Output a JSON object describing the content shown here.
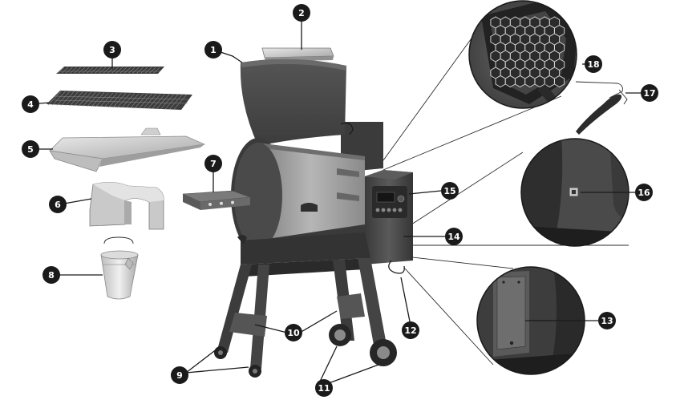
{
  "callouts": [
    {
      "id": "c1",
      "label": "1"
    },
    {
      "id": "c2",
      "label": "2"
    },
    {
      "id": "c3",
      "label": "3"
    },
    {
      "id": "c4",
      "label": "4"
    },
    {
      "id": "c5",
      "label": "5"
    },
    {
      "id": "c6",
      "label": "6"
    },
    {
      "id": "c7",
      "label": "7"
    },
    {
      "id": "c8",
      "label": "8"
    },
    {
      "id": "c9",
      "label": "9"
    },
    {
      "id": "c10",
      "label": "10"
    },
    {
      "id": "c11",
      "label": "11"
    },
    {
      "id": "c12",
      "label": "12"
    },
    {
      "id": "c13",
      "label": "13"
    },
    {
      "id": "c14",
      "label": "14"
    },
    {
      "id": "c15",
      "label": "15"
    },
    {
      "id": "c16",
      "label": "16"
    },
    {
      "id": "c17",
      "label": "17"
    },
    {
      "id": "c18",
      "label": "18"
    }
  ],
  "colors": {
    "callout_fill": "#1a1a1a",
    "grill_body": "#4a4a4a",
    "grill_dark": "#2e2e2e",
    "barrel_inner": "#9a9a9a",
    "part_light": "#d4d4d4",
    "part_mid": "#b0b0b0"
  }
}
